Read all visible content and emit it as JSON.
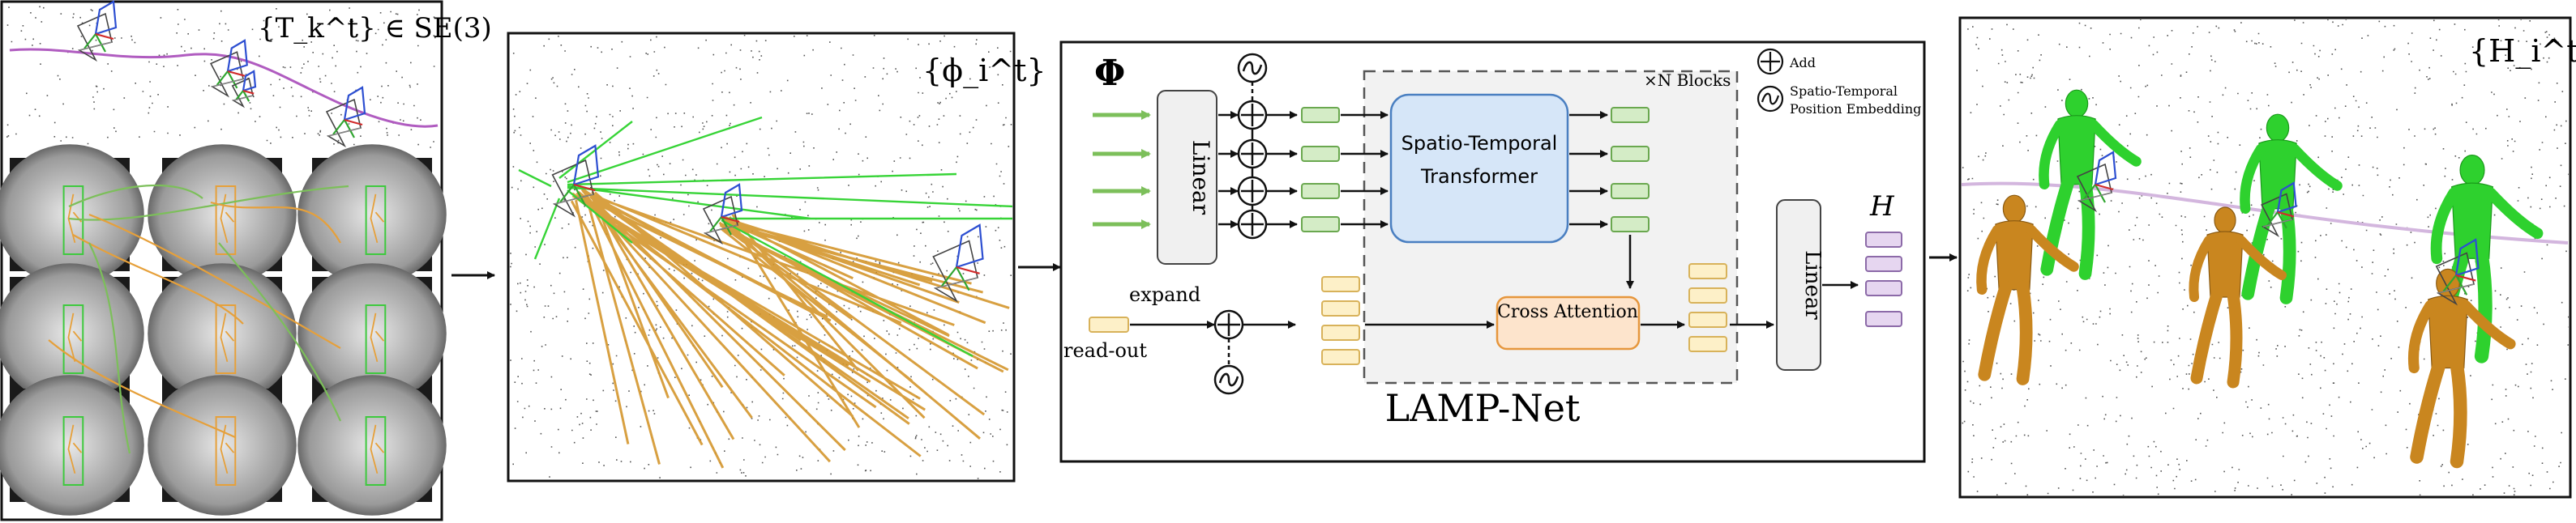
{
  "panel1": {
    "math_label": "{T_k^t} ∈ SE(3)",
    "camera_panel_labels": [
      "",
      "",
      "",
      "",
      "",
      "",
      "",
      "",
      ""
    ]
  },
  "panel2": {
    "math_label": "{ϕ_i^t}"
  },
  "net": {
    "phi_label": "Φ",
    "linear_label": "Linear",
    "stt_line1": "Spatio-Temporal",
    "stt_line2": "Transformer",
    "blocks_label": "×N Blocks",
    "cross_attention_label": "Cross Attention",
    "expand_label": "expand",
    "readout_label": "read-out",
    "linear_out_label": "Linear",
    "h_label": "H",
    "title": "LAMP-Net",
    "legend_add": "Add",
    "legend_pe_line1": "Spatio-Temporal",
    "legend_pe_line2": "Position Embedding"
  },
  "panel4": {
    "math_label": "{H_i^t}"
  },
  "colors": {
    "green_arrow": "#7cbf5a",
    "token_green_fill": "#d4ecc6",
    "token_green_stroke": "#6aa84f",
    "token_yellow_fill": "#fdf0c8",
    "token_yellow_stroke": "#d8b25a",
    "token_purple_fill": "#e6d6f0",
    "token_purple_stroke": "#8c6aa8",
    "stt_fill": "#d6e6f8",
    "stt_stroke": "#4a7fc1",
    "cross_fill": "#fde4cc",
    "cross_stroke": "#e6963c",
    "human_green": "#2ed12e",
    "human_orange": "#c9861f",
    "ray_orange": "#d4962c",
    "ray_green": "#37d437",
    "trajectory": "#b05cc0"
  }
}
